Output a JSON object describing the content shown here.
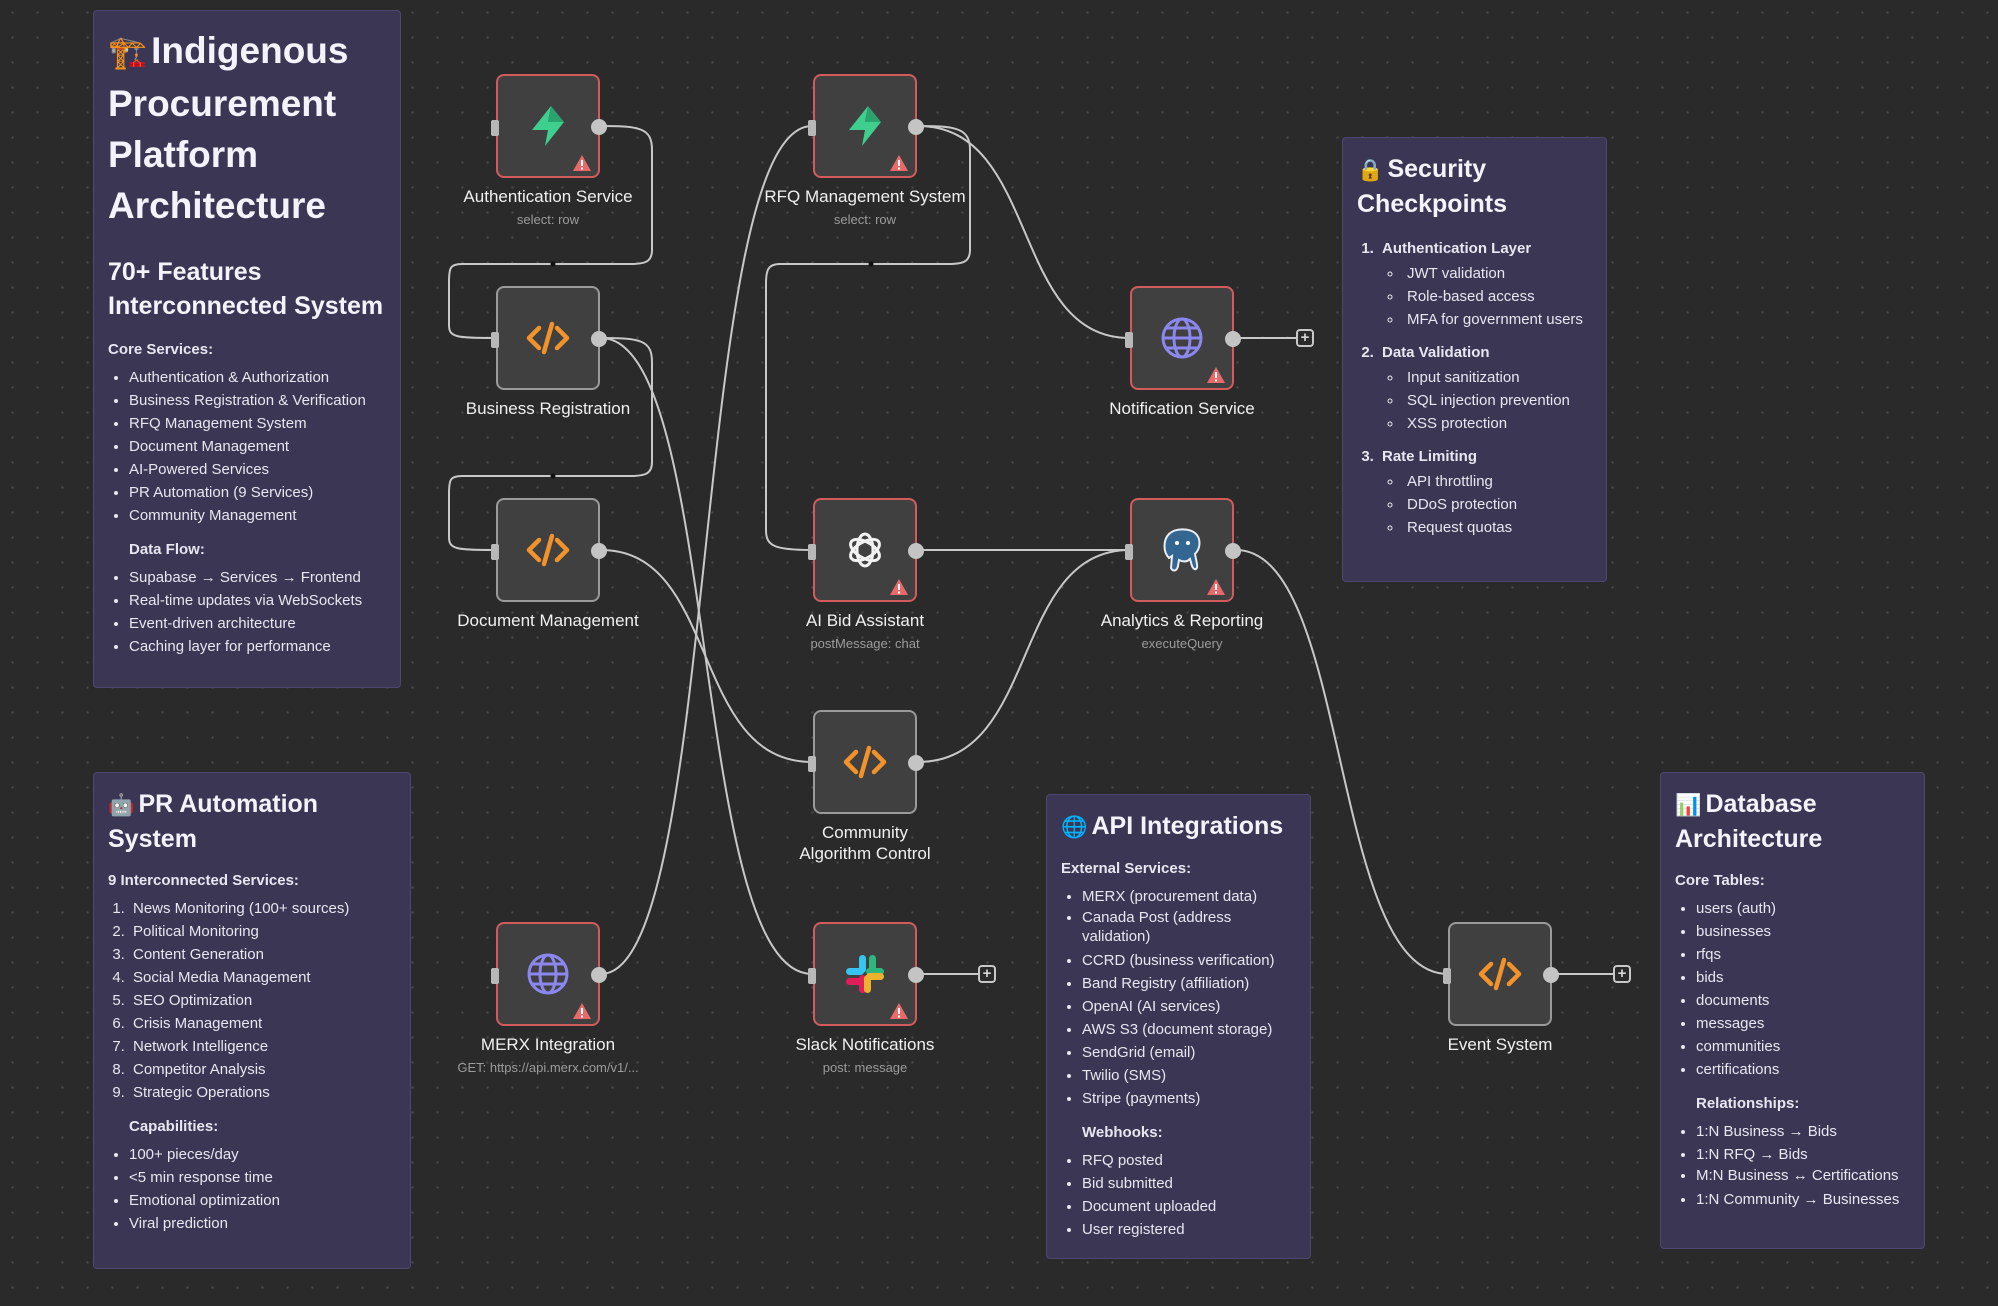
{
  "notes": {
    "main": {
      "emoji": "🏗️",
      "title": "Indigenous Procurement Platform Architecture",
      "subtitle": "70+ Features Interconnected System",
      "core_heading": "Core Services:",
      "core": [
        "Authentication & Authorization",
        "Business Registration & Verification",
        "RFQ Management System",
        "Document Management",
        "AI-Powered Services",
        "PR Automation (9 Services)",
        "Community Management"
      ],
      "flow_heading": "Data Flow:",
      "flow": [
        "Supabase → Services → Frontend",
        "Real-time updates via WebSockets",
        "Event-driven architecture",
        "Caching layer for performance"
      ]
    },
    "security": {
      "emoji": "🔒",
      "title": "Security Checkpoints",
      "groups": [
        {
          "name": "Authentication Layer",
          "items": [
            "JWT validation",
            "Role-based access",
            "MFA for government users"
          ]
        },
        {
          "name": "Data Validation",
          "items": [
            "Input sanitization",
            "SQL injection prevention",
            "XSS protection"
          ]
        },
        {
          "name": "Rate Limiting",
          "items": [
            "API throttling",
            "DDoS protection",
            "Request quotas"
          ]
        }
      ]
    },
    "pr": {
      "emoji": "🤖",
      "title": "PR Automation System",
      "services_heading": "9 Interconnected Services:",
      "services": [
        "News Monitoring (100+ sources)",
        "Political Monitoring",
        "Content Generation",
        "Social Media Management",
        "SEO Optimization",
        "Crisis Management",
        "Network Intelligence",
        "Competitor Analysis",
        "Strategic Operations"
      ],
      "cap_heading": "Capabilities:",
      "capabilities": [
        "100+ pieces/day",
        "<5 min response time",
        "Emotional optimization",
        "Viral prediction"
      ]
    },
    "api": {
      "emoji": "🌐",
      "title": "API Integrations",
      "ext_heading": "External Services:",
      "external": [
        "MERX (procurement data)",
        "Canada Post (address validation)",
        "CCRD (business verification)",
        "Band Registry (affiliation)",
        "OpenAI (AI services)",
        "AWS S3 (document storage)",
        "SendGrid (email)",
        "Twilio (SMS)",
        "Stripe (payments)"
      ],
      "hooks_heading": "Webhooks:",
      "webhooks": [
        "RFQ posted",
        "Bid submitted",
        "Document uploaded",
        "User registered"
      ]
    },
    "db": {
      "emoji": "📊",
      "title": "Database Architecture",
      "tables_heading": "Core Tables:",
      "tables": [
        "users (auth)",
        "businesses",
        "rfqs",
        "bids",
        "documents",
        "messages",
        "communities",
        "certifications"
      ],
      "rel_heading": "Relationships:",
      "relationships": [
        "1:N Business → Bids",
        "1:N RFQ → Bids",
        "M:N Business ↔ Certifications",
        "1:N Community → Businesses"
      ]
    }
  },
  "nodes": {
    "auth": {
      "label": "Authentication Service",
      "sub": "select: row",
      "icon": "supabase-icon"
    },
    "rfq": {
      "label": "RFQ Management System",
      "sub": "select: row",
      "icon": "supabase-icon"
    },
    "bizreg": {
      "label": "Business Registration",
      "sub": "",
      "icon": "code-icon"
    },
    "notify": {
      "label": "Notification Service",
      "sub": "",
      "icon": "globe-icon"
    },
    "docmgmt": {
      "label": "Document Management",
      "sub": "",
      "icon": "code-icon"
    },
    "aibid": {
      "label": "AI Bid Assistant",
      "sub": "postMessage: chat",
      "icon": "openai-icon"
    },
    "analytics": {
      "label": "Analytics & Reporting",
      "sub": "executeQuery",
      "icon": "postgres-icon"
    },
    "community": {
      "label": "Community Algorithm Control",
      "sub": "",
      "icon": "code-icon"
    },
    "merx": {
      "label": "MERX Integration",
      "sub": "GET: https://api.merx.com/v1/...",
      "icon": "globe-icon"
    },
    "slack": {
      "label": "Slack Notifications",
      "sub": "post: message",
      "icon": "slack-icon"
    },
    "event": {
      "label": "Event System",
      "sub": "",
      "icon": "code-icon"
    }
  },
  "colors": {
    "canvas": "#2a2a2a",
    "note": "#3b3654",
    "node": "#404040",
    "error_border": "#d35b5e",
    "ok_border": "#9a9a9a",
    "code": "#f2922a",
    "supabase": "#3ecf8e",
    "globe": "#8b87ee"
  }
}
